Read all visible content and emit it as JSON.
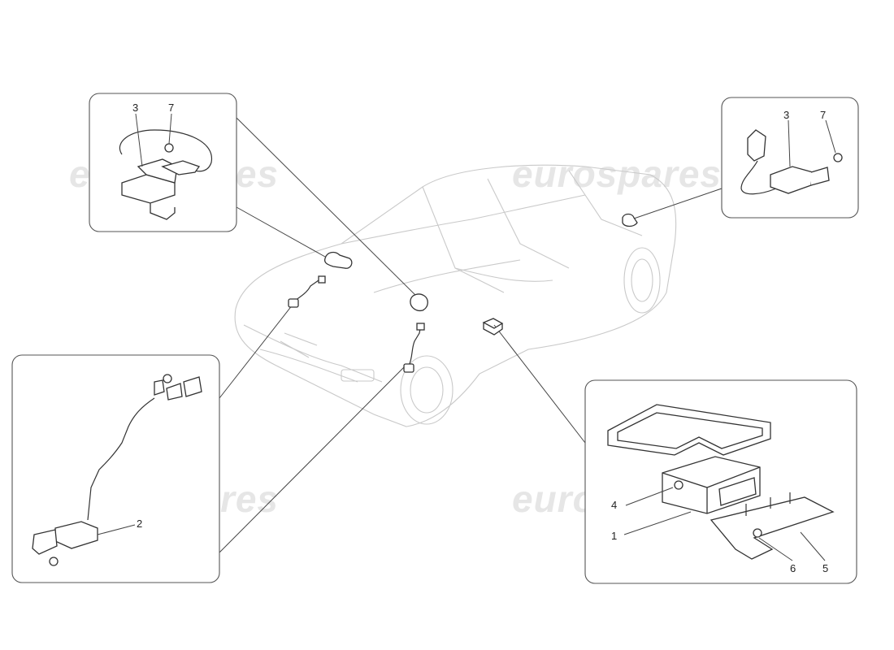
{
  "watermark": "eurospares",
  "callouts": {
    "top_left": [
      "3",
      "7"
    ],
    "top_right": [
      "3",
      "7"
    ],
    "bottom_left": [
      "2"
    ],
    "bottom_right": [
      "4",
      "1",
      "6",
      "5"
    ]
  },
  "colors": {
    "line": "#333333",
    "car_outline": "#c9c9c9",
    "watermark": "#e6e6e6"
  }
}
